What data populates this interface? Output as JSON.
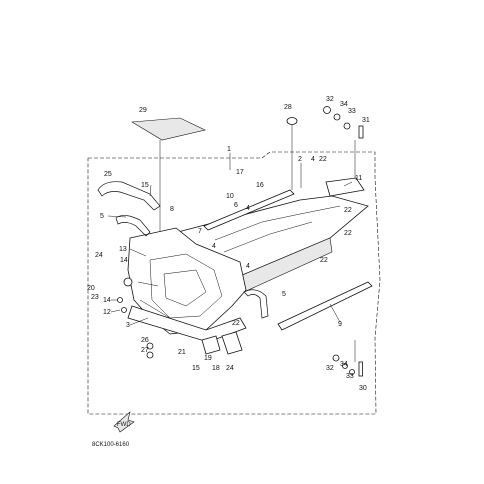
{
  "diagram": {
    "part_code": "8CK100-6160",
    "front_label": "FWD",
    "callouts": [
      "1",
      "2",
      "3",
      "4",
      "5",
      "6",
      "7",
      "8",
      "9",
      "10",
      "11",
      "12",
      "13",
      "14",
      "15",
      "16",
      "17",
      "18",
      "19",
      "20",
      "21",
      "22",
      "23",
      "24",
      "25",
      "26",
      "27",
      "28",
      "29",
      "30",
      "31",
      "32",
      "33",
      "34"
    ]
  }
}
